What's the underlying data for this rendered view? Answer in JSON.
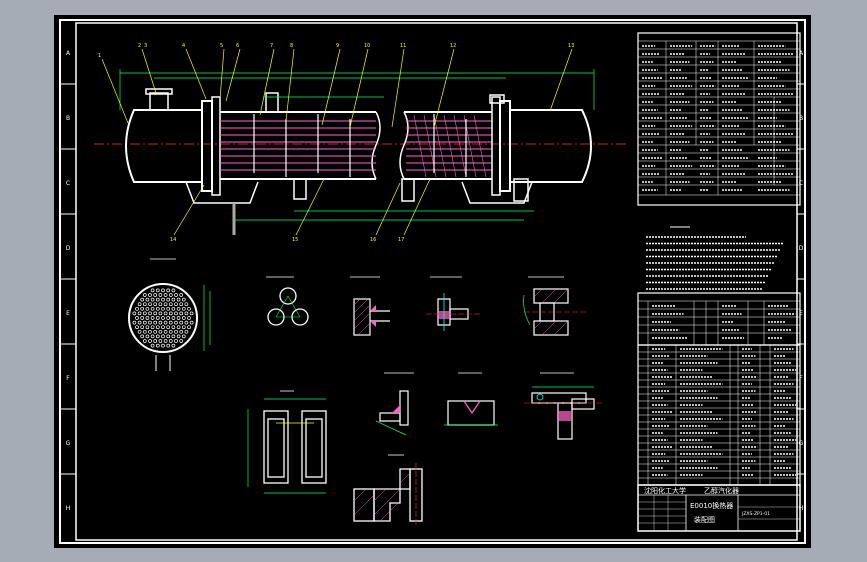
{
  "zone_letters": [
    "A",
    "B",
    "C",
    "D",
    "E",
    "F",
    "G",
    "H"
  ],
  "colors": {
    "background": "#a6acb6",
    "sheet": "#000000",
    "frame": "#ffffff",
    "leader_lines": "#ffff00",
    "tubes": "#ff66cc",
    "dimension_lines": "#00ff66",
    "center_lines": "#ff3333",
    "nozzles": "#00ffff"
  },
  "views": [
    {
      "id": "main-elevation"
    },
    {
      "id": "tubesheet-layout"
    },
    {
      "id": "detail-tube-pitch"
    },
    {
      "id": "detail-tube-weld"
    },
    {
      "id": "detail-flange-a"
    },
    {
      "id": "detail-flange-b"
    },
    {
      "id": "detail-support"
    },
    {
      "id": "detail-weld-small"
    },
    {
      "id": "detail-weld-groove"
    },
    {
      "id": "detail-flange-c"
    },
    {
      "id": "detail-nozzle-bottom"
    }
  ],
  "title_block": {
    "school": "沈阳化工大学",
    "product": "乙醇汽化器",
    "drawing_name": "E0010换热器",
    "drawing_sub": "装配图",
    "drawing_no": "JZXS-ZP1-01"
  }
}
